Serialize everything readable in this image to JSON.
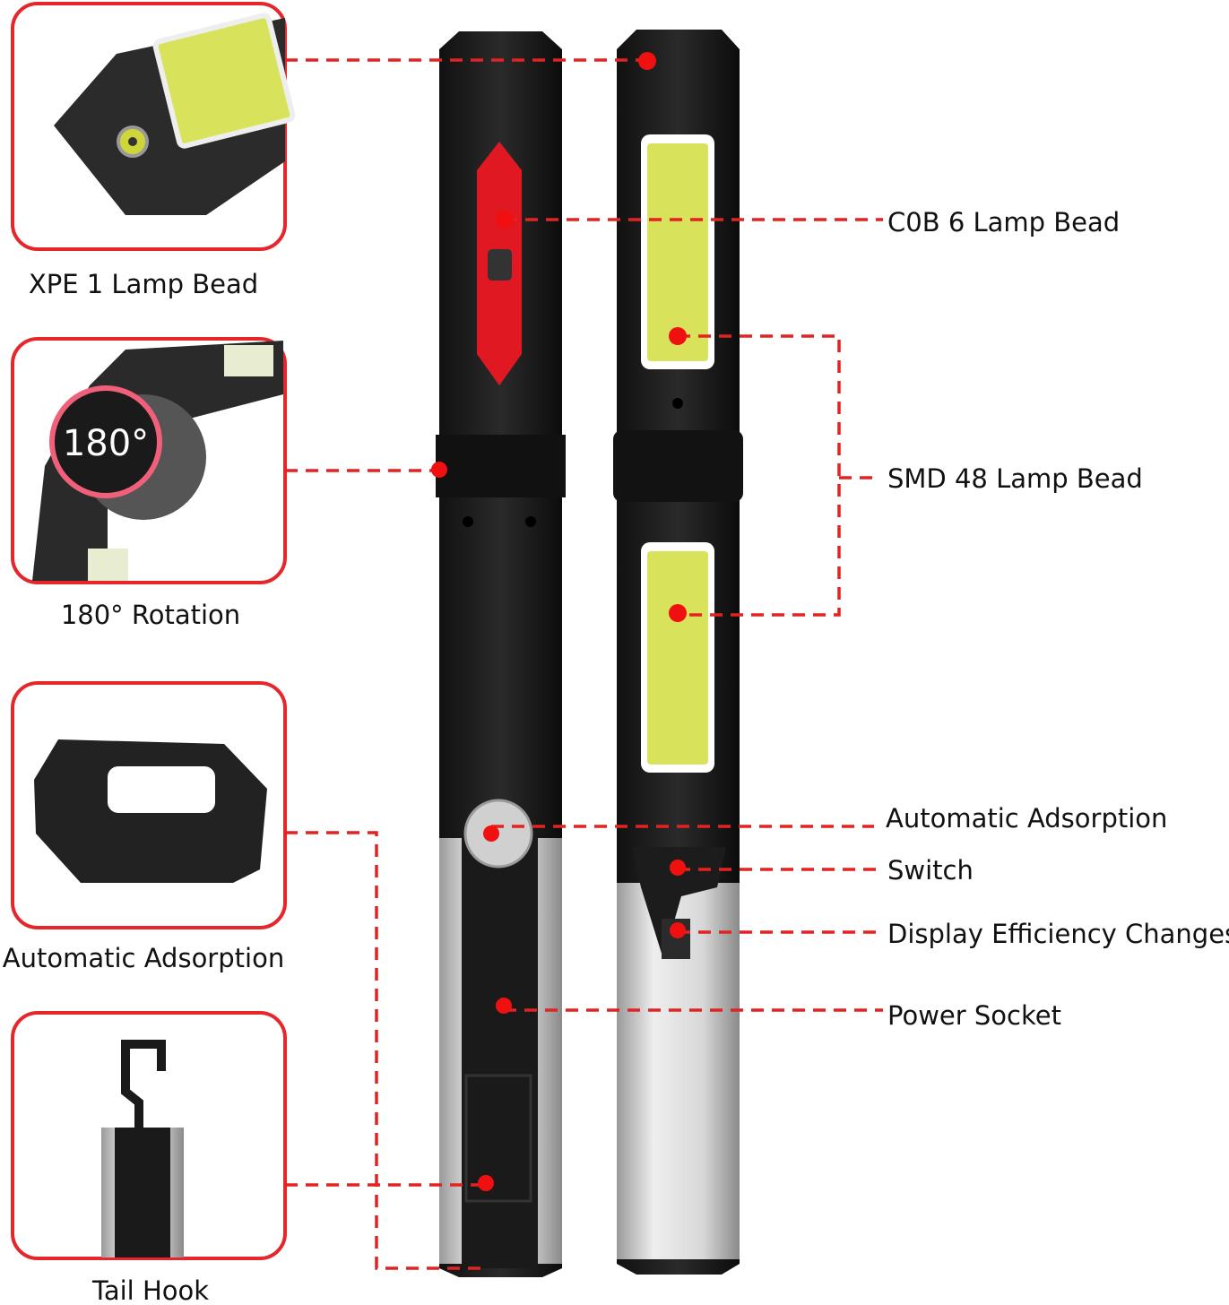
{
  "insets": [
    {
      "label": "XPE 1 Lamp Bead"
    },
    {
      "label": "180° Rotation",
      "badge": "180°"
    },
    {
      "label": "Automatic Adsorption"
    },
    {
      "label": "Tail Hook"
    }
  ],
  "callouts": {
    "cob": "C0B 6 Lamp Bead",
    "smd": "SMD 48 Lamp Bead",
    "adsorption": "Automatic Adsorption",
    "switch": "Switch",
    "display": "Display Efficiency Changes",
    "power": "Power Socket"
  },
  "colors": {
    "accent": "#e5262a",
    "cob_yellow": "#d8e25a"
  }
}
